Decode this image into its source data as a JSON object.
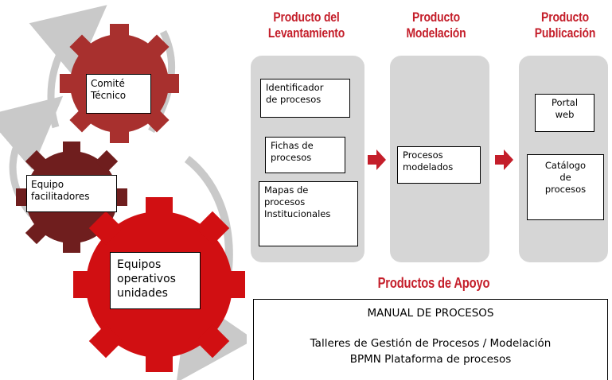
{
  "gears": {
    "comite": "Comité\nTécnico",
    "equipo": "Equipo\nfacilitadores",
    "operativos": "Equipos\noperativos\nunidades",
    "colors": {
      "top": "#a8302e",
      "middle": "#6f1e1e",
      "bottom": "#d10f12",
      "arrow": "#c9c9c9"
    }
  },
  "headers": {
    "levantamiento": "Producto del\nLevantamiento",
    "modelacion": "Producto\nModelación",
    "publicacion": "Producto\nPublicación",
    "apoyo": "Productos de Apoyo"
  },
  "levantamiento": {
    "item1": "Identificador\nde procesos",
    "item2": "Fichas de\nprocesos",
    "item3": "Mapas de\nprocesos\nInstitucionales"
  },
  "modelacion": {
    "item1": "Procesos\nmodelados"
  },
  "publicacion": {
    "item1": "Portal\nweb",
    "item2": "Catálogo\nde\nprocesos"
  },
  "apoyo": {
    "line1": "MANUAL DE PROCESOS",
    "line2": "Talleres de Gestión de Procesos  / Modelación\nBPMN Plataforma de procesos"
  },
  "accent_color": "#c41e2a",
  "panel_color": "#d6d6d6"
}
